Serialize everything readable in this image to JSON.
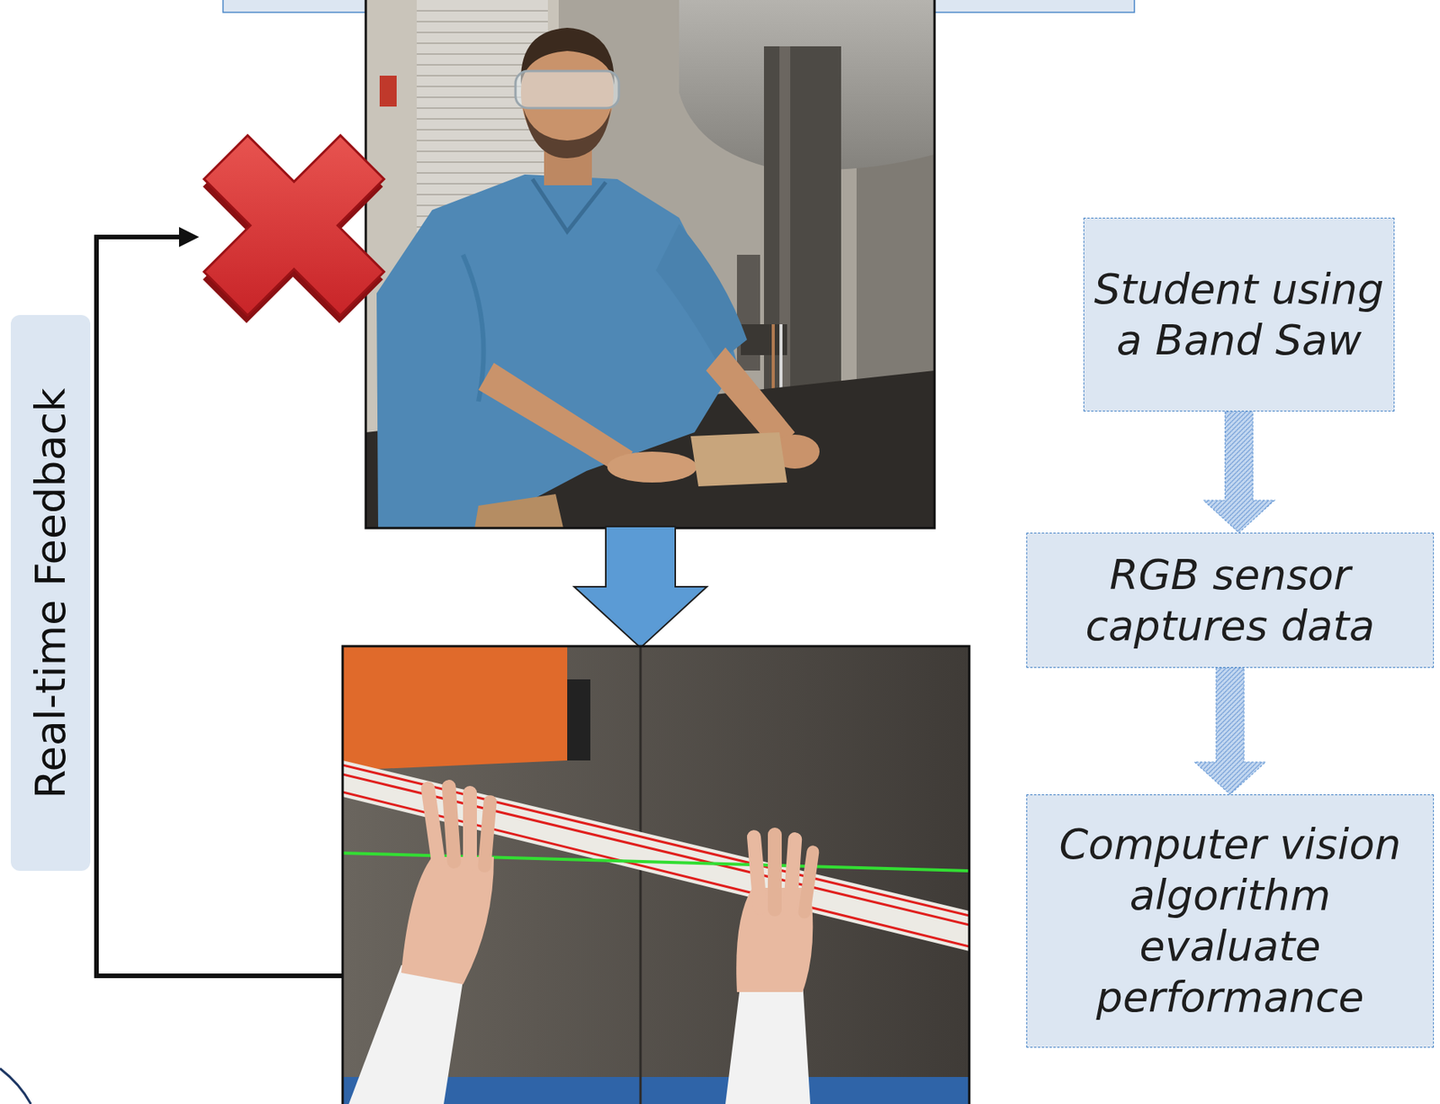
{
  "diagram": {
    "nodes": [
      {
        "text": [
          "Real-time Feedback"
        ]
      },
      {
        "text": [
          "Student using a Band Saw"
        ]
      },
      {
        "text": [
          "RGB sensor captures data"
        ]
      },
      {
        "text": [
          "Computer vision algorithm evaluate performance"
        ]
      }
    ],
    "edges": [
      {
        "from": 1,
        "to": 2,
        "arrow": "to"
      },
      {
        "from": 2,
        "to": 3,
        "arrow": "to"
      }
    ]
  }
}
